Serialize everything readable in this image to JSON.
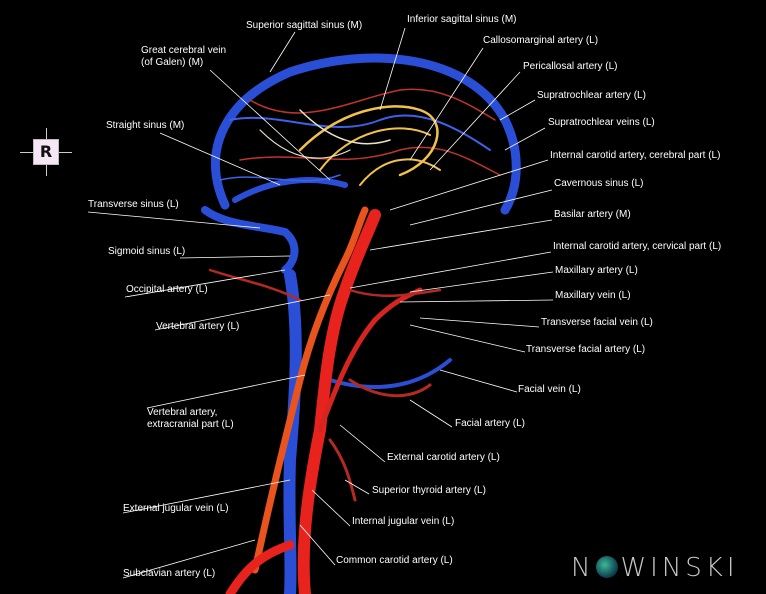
{
  "orientation": {
    "label": "R"
  },
  "labels": {
    "superior_sagittal_sinus": "Superior sagittal sinus (M)",
    "inferior_sagittal_sinus": "Inferior sagittal sinus (M)",
    "great_cerebral_vein": "Great cerebral vein\n(of Galen) (M)",
    "callosomarginal_artery": "Callosomarginal artery (L)",
    "pericallosal_artery": "Pericallosal artery (L)",
    "supratrochlear_artery": "Supratrochlear artery (L)",
    "supratrochlear_veins": "Supratrochlear veins (L)",
    "straight_sinus": "Straight sinus (M)",
    "ica_cerebral": "Internal carotid artery, cerebral part (L)",
    "cavernous_sinus": "Cavernous sinus (L)",
    "transverse_sinus": "Transverse sinus (L)",
    "basilar_artery": "Basilar artery (M)",
    "sigmoid_sinus": "Sigmoid sinus (L)",
    "ica_cervical": "Internal carotid artery, cervical part (L)",
    "maxillary_artery": "Maxillary artery (L)",
    "occipital_artery": "Occipital artery (L)",
    "maxillary_vein": "Maxillary vein (L)",
    "vertebral_artery": "Vertebral artery (L)",
    "transverse_facial_vein": "Transverse facial vein (L)",
    "transverse_facial_artery": "Transverse facial artery (L)",
    "facial_vein": "Facial vein (L)",
    "vertebral_extracranial": "Vertebral artery,\nextracranial part (L)",
    "facial_artery": "Facial artery (L)",
    "external_carotid": "External carotid artery (L)",
    "superior_thyroid": "Superior thyroid artery (L)",
    "external_jugular": "External jugular vein (L)",
    "internal_jugular": "Internal jugular vein (L)",
    "common_carotid": "Common carotid artery (L)",
    "subclavian": "Subclavian artery (L)"
  },
  "logo": {
    "text_before": "N",
    "text_after": "W",
    "text_end": "NSKI"
  },
  "colors": {
    "artery": "#e8231e",
    "vein": "#2a4fd6",
    "cerebral_artery": "#f2c14a",
    "background": "#000000"
  }
}
